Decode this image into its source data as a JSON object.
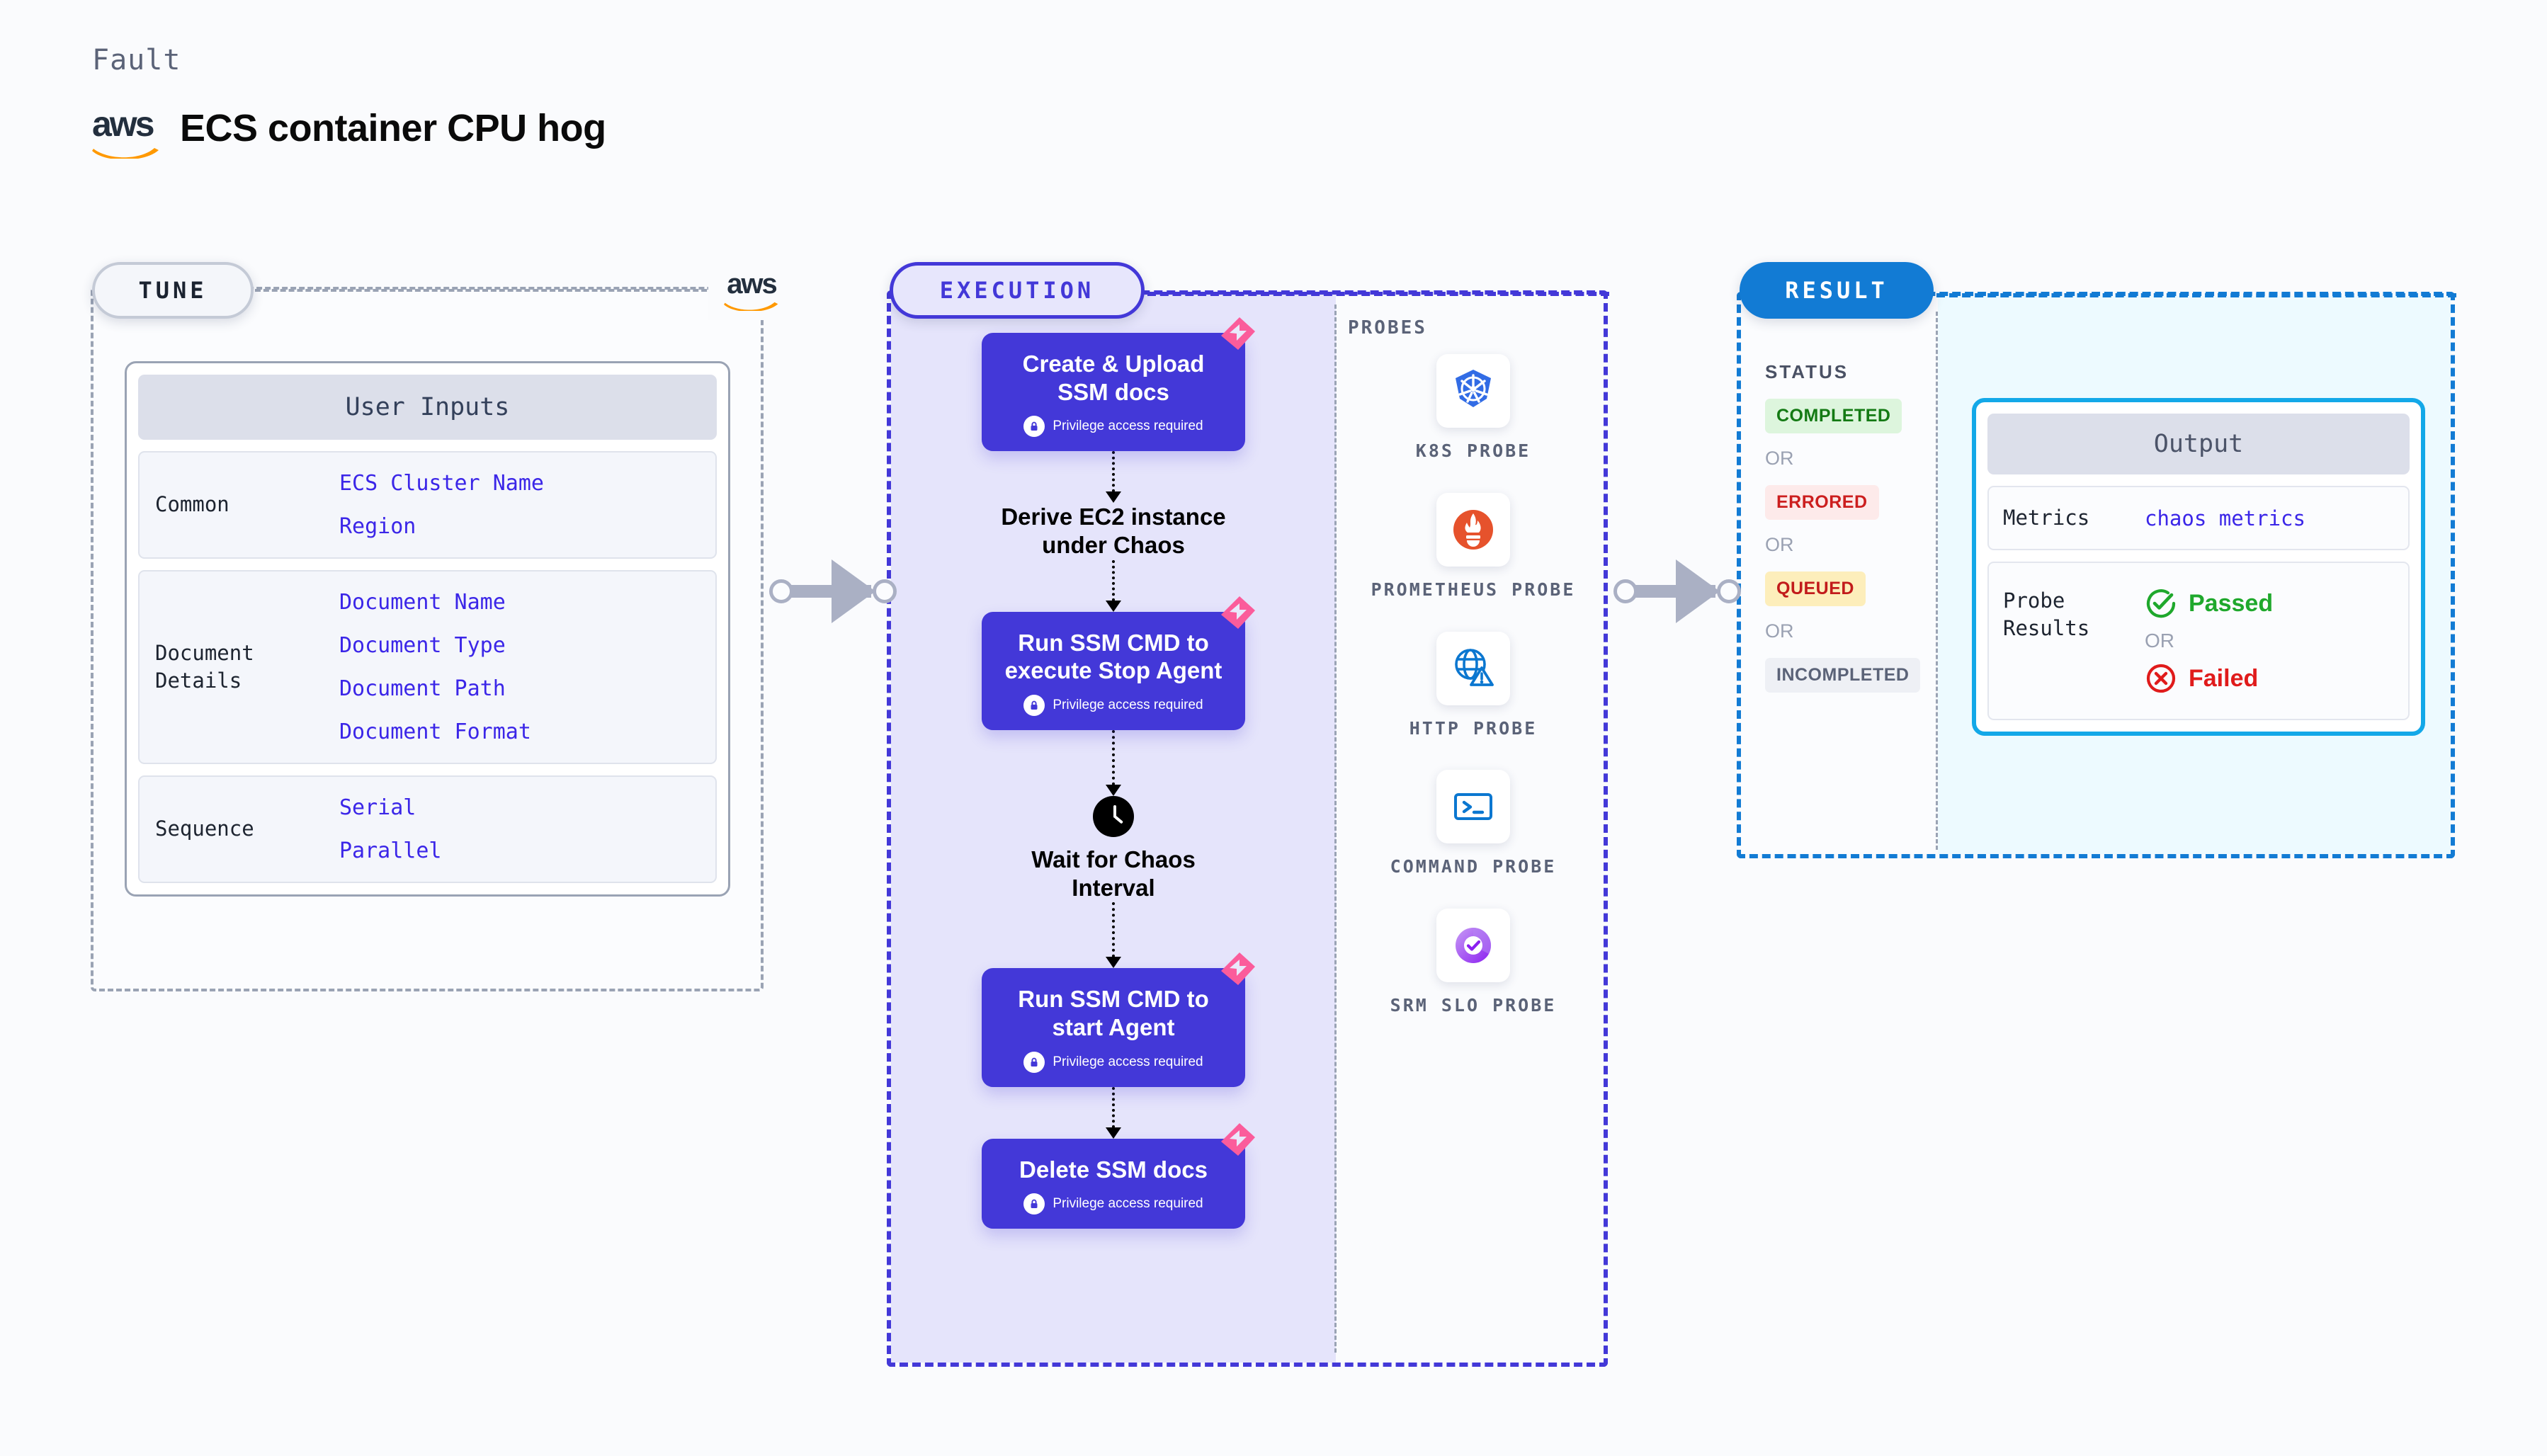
{
  "header": {
    "eyebrow": "Fault",
    "logo_name": "aws-logo",
    "logo_text": "aws",
    "title": "ECS container CPU hog"
  },
  "tune": {
    "pill_label": "TUNE",
    "aws_badge_name": "aws-logo-badge",
    "aws_badge_text": "aws",
    "card_header": "User Inputs",
    "rows": [
      {
        "label": "Common",
        "values": [
          "ECS Cluster Name",
          "Region"
        ]
      },
      {
        "label": "Document\nDetails",
        "values": [
          "Document Name",
          "Document Type",
          "Document Path",
          "Document Format"
        ]
      },
      {
        "label": "Sequence",
        "values": [
          "Serial",
          "Parallel"
        ]
      }
    ]
  },
  "execution": {
    "pill_label": "EXECUTION",
    "privilege_note": "Privilege access required",
    "steps": [
      {
        "type": "task",
        "title": "Create & Upload SSM docs",
        "privilege": true,
        "badge": "chaos-badge"
      },
      {
        "type": "plain",
        "title": "Derive EC2 instance under Chaos",
        "privilege": false
      },
      {
        "type": "task",
        "title": "Run SSM CMD to execute Stop Agent",
        "privilege": true,
        "badge": "chaos-badge"
      },
      {
        "type": "clock",
        "title": "Wait for Chaos Interval",
        "privilege": false
      },
      {
        "type": "task",
        "title": "Run SSM CMD to start Agent",
        "privilege": true,
        "badge": "chaos-badge"
      },
      {
        "type": "task",
        "title": "Delete SSM docs",
        "privilege": true,
        "badge": "chaos-badge"
      }
    ]
  },
  "probes": {
    "title": "PROBES",
    "items": [
      {
        "label": "K8S PROBE",
        "icon": "kubernetes-icon"
      },
      {
        "label": "PROMETHEUS PROBE",
        "icon": "prometheus-icon"
      },
      {
        "label": "HTTP PROBE",
        "icon": "http-globe-warning-icon"
      },
      {
        "label": "COMMAND PROBE",
        "icon": "terminal-icon"
      },
      {
        "label": "SRM SLO PROBE",
        "icon": "srm-slo-icon"
      }
    ]
  },
  "result": {
    "pill_label": "RESULT",
    "status_title": "STATUS",
    "or_label": "OR",
    "statuses": [
      {
        "label": "COMPLETED",
        "bg": "#ddf5dd",
        "fg": "#147a14"
      },
      {
        "label": "ERRORED",
        "bg": "#fdeaea",
        "fg": "#cc1f1f"
      },
      {
        "label": "QUEUED",
        "bg": "#fdeebb",
        "fg": "#c21b1b"
      },
      {
        "label": "INCOMPLETED",
        "bg": "#eef0f5",
        "fg": "#5b6378"
      }
    ],
    "output": {
      "header": "Output",
      "metrics_label": "Metrics",
      "metrics_value": "chaos metrics",
      "probe_results_label": "Probe\nResults",
      "passed_label": "Passed",
      "failed_label": "Failed",
      "or_label": "OR",
      "passed_color": "#1fa82c",
      "failed_color": "#e01b1b"
    }
  },
  "connectors": [
    {
      "name": "tune-to-execution"
    },
    {
      "name": "execution-to-result"
    }
  ],
  "colors": {
    "indigo": "#4338d8",
    "blue": "#127bd4",
    "cyan": "#13a8e8",
    "pink": "#fb5c9b",
    "gray_dash": "#9aa3b4"
  }
}
